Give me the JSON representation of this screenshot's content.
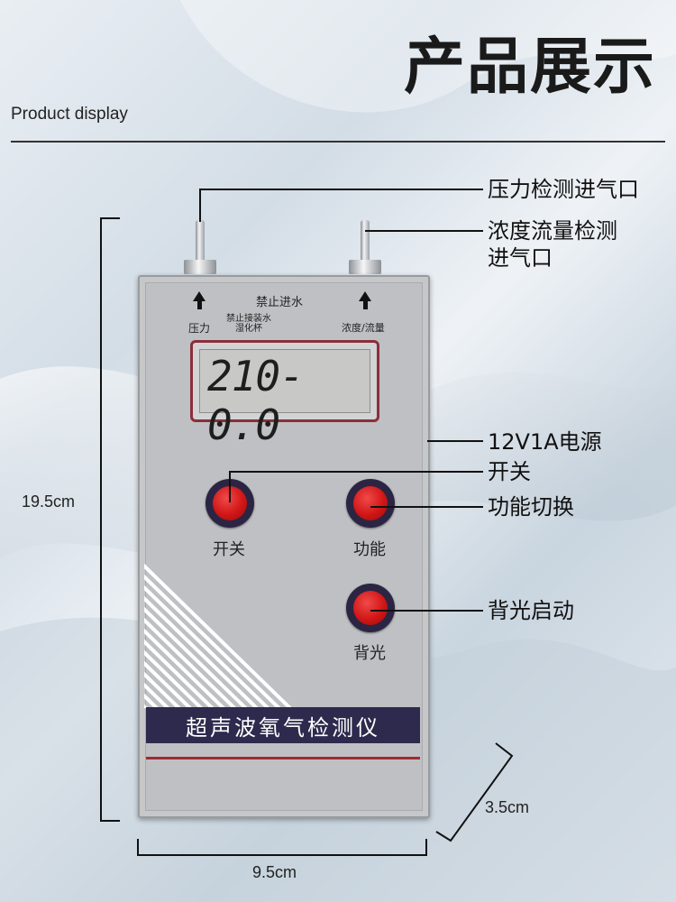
{
  "header": {
    "title": "产品展示",
    "subtitle": "Product display"
  },
  "device": {
    "top_label": "禁止进水",
    "left_port_label": "压力",
    "warning_line1": "禁止接装水",
    "warning_line2": "湿化杯",
    "right_port_label": "浓度/流量",
    "display_value": "210-0.0",
    "buttons": {
      "power": "开关",
      "function": "功能",
      "backlight": "背光"
    },
    "name": "超声波氧气检测仪"
  },
  "callouts": {
    "pressure_inlet": "压力检测进气口",
    "flow_inlet_line1": "浓度流量检测",
    "flow_inlet_line2": "进气口",
    "power_supply": "12V1A电源",
    "switch": "开关",
    "function_switch": "功能切换",
    "backlight_start": "背光启动"
  },
  "dimensions": {
    "height": "19.5cm",
    "width": "9.5cm",
    "depth": "3.5cm"
  },
  "colors": {
    "button_red": "#d11616",
    "name_bar": "#2e2a4d",
    "lcd_frame": "#8a2f3a"
  }
}
